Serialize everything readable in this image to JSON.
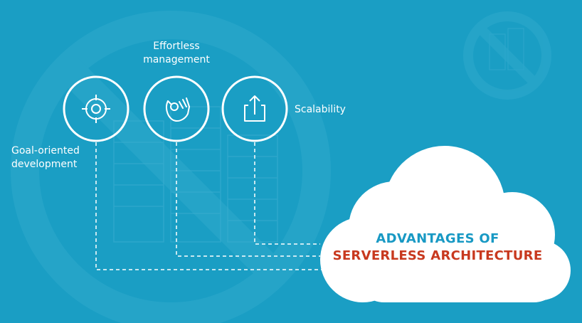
{
  "colors": {
    "background": "#1a9ec4",
    "watermark": "#2aa5ca",
    "white": "#ffffff",
    "title_primary": "#1899c4",
    "title_accent": "#c8391f"
  },
  "features": [
    {
      "icon": "target-icon",
      "lines": [
        "Goal-oriented",
        "development"
      ]
    },
    {
      "icon": "ok-hand-icon",
      "lines": [
        "Effortless",
        "management"
      ]
    },
    {
      "icon": "upload-icon",
      "lines": [
        "Scalability"
      ]
    }
  ],
  "cloud": {
    "title_line1": "ADVANTAGES OF",
    "title_line2": "SERVERLESS ARCHITECTURE"
  }
}
